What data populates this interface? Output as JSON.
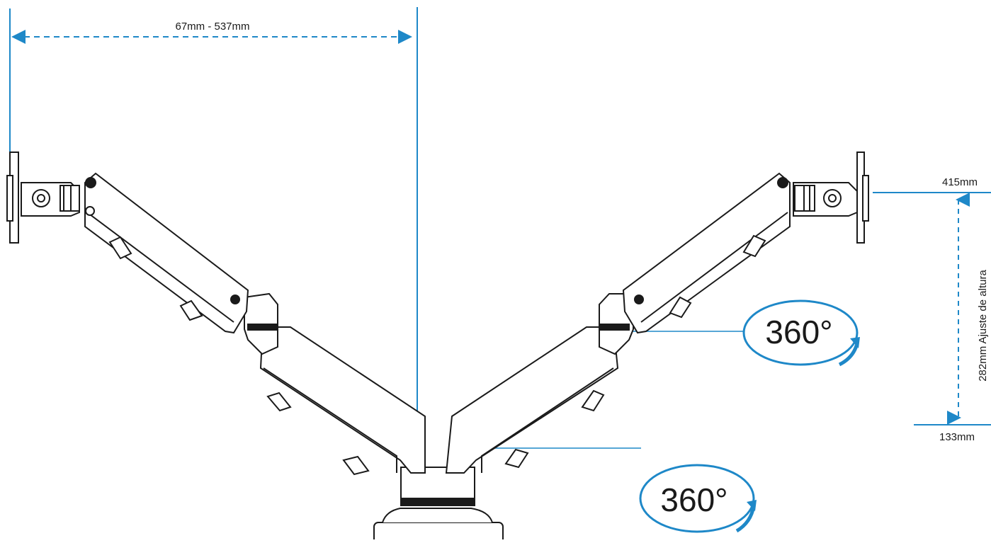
{
  "reach_label": "67mm - 537mm",
  "height_max_label": "415mm",
  "height_min_label": "133mm",
  "height_adjust_label": "282mm Ajuste de altura",
  "rotation_upper_label": "360°",
  "rotation_lower_label": "360°",
  "colors": {
    "accent": "#1e88c8",
    "line": "#1a1a1a",
    "arm_fill": "#ffffff",
    "arm_shade": "#d9d9d9"
  }
}
